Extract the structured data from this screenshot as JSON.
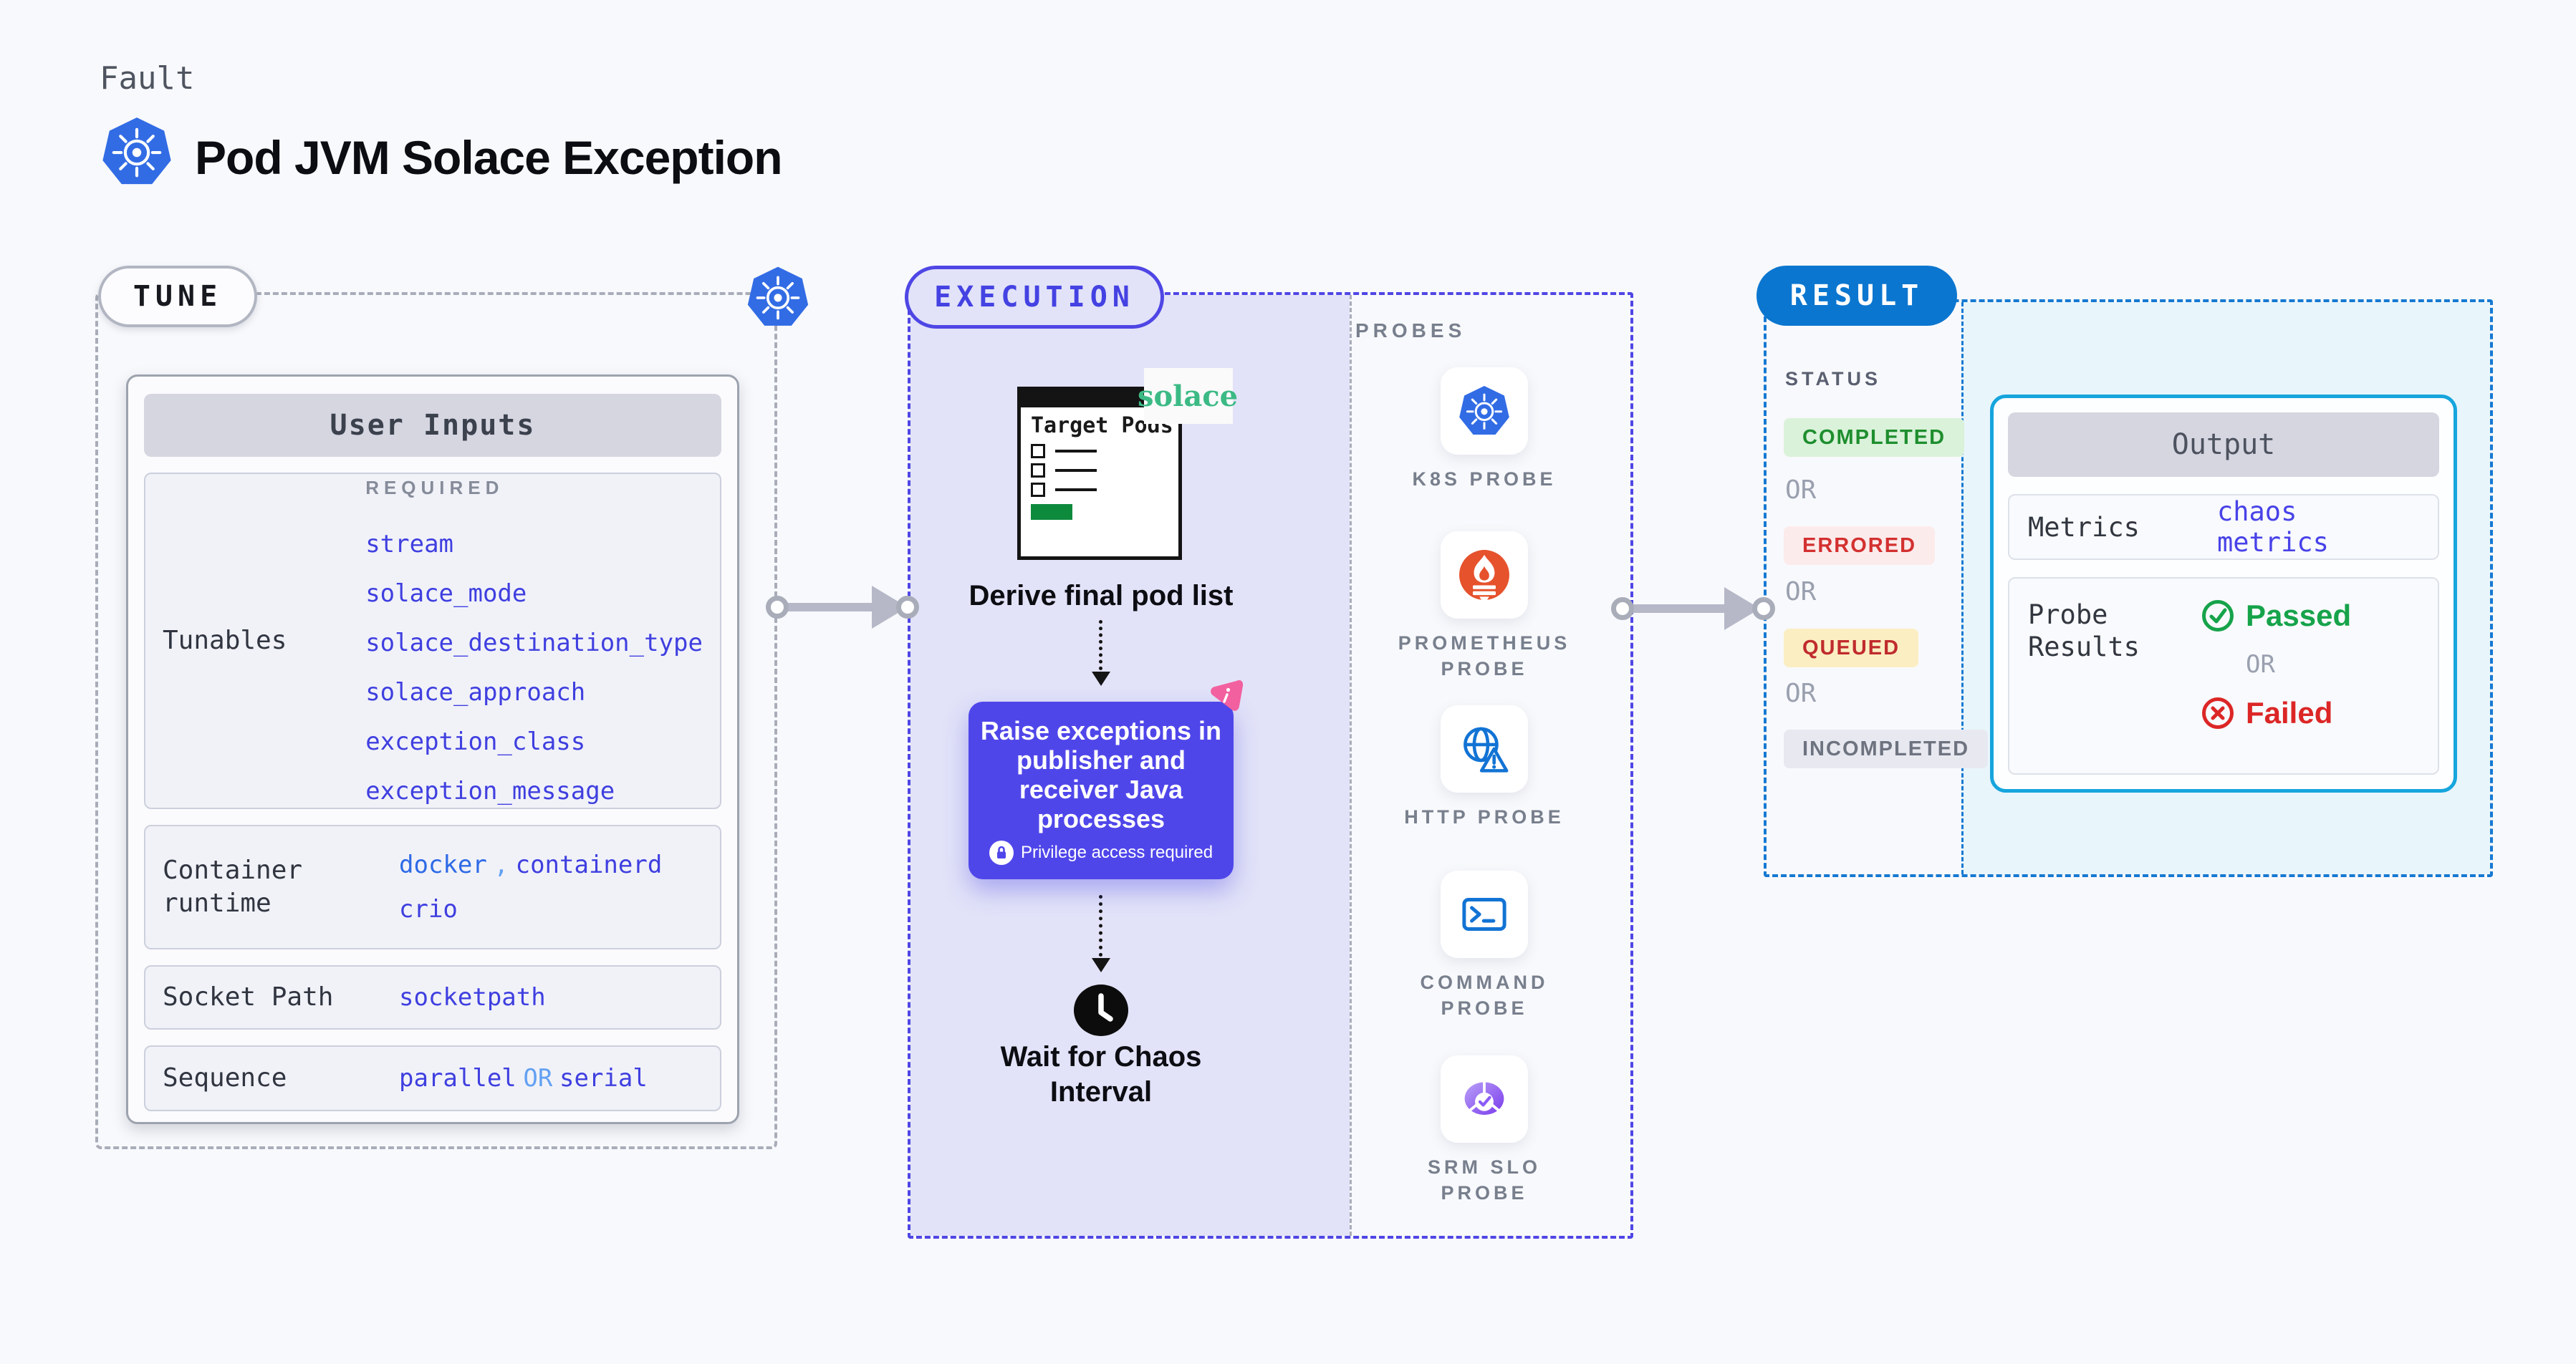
{
  "page": {
    "kicker": "Fault",
    "title": "Pod JVM Solace Exception"
  },
  "tune": {
    "label": "TUNE",
    "user_inputs": {
      "header": "User Inputs",
      "tunables": {
        "label": "Tunables",
        "required_label": "REQUIRED",
        "items": [
          "stream",
          "solace_mode",
          "solace_destination_type",
          "solace_approach",
          "exception_class",
          "exception_message"
        ]
      },
      "container_runtime": {
        "label": "Container runtime",
        "value_a": "docker",
        "separator": ",",
        "value_b": "containerd",
        "value_c": "crio"
      },
      "socket_path": {
        "label": "Socket Path",
        "value": "socketpath"
      },
      "sequence": {
        "label": "Sequence",
        "value_a": "parallel",
        "or": "OR",
        "value_b": "serial"
      }
    }
  },
  "execution": {
    "label": "EXECUTION",
    "target_pods": {
      "title": "Target Pods",
      "brand": "solace"
    },
    "derive_label": "Derive final pod list",
    "action": {
      "text": "Raise exceptions in publisher and receiver Java processes",
      "privilege": "Privilege access required"
    },
    "wait_label": "Wait for Chaos Interval"
  },
  "probes": {
    "label": "PROBES",
    "items": [
      {
        "line1": "K8S PROBE",
        "line2": "",
        "icon": "kubernetes-icon"
      },
      {
        "line1": "PROMETHEUS",
        "line2": "PROBE",
        "icon": "prometheus-icon"
      },
      {
        "line1": "HTTP PROBE",
        "line2": "",
        "icon": "http-globe-icon"
      },
      {
        "line1": "COMMAND",
        "line2": "PROBE",
        "icon": "terminal-icon"
      },
      {
        "line1": "SRM SLO",
        "line2": "PROBE",
        "icon": "slo-chart-icon"
      }
    ]
  },
  "result": {
    "label": "RESULT",
    "status": {
      "label": "STATUS",
      "or": "OR",
      "badges": [
        {
          "text": "COMPLETED",
          "bg": "#daf2da",
          "fg": "#1e8e2e"
        },
        {
          "text": "ERRORED",
          "bg": "#fcebeb",
          "fg": "#d33030"
        },
        {
          "text": "QUEUED",
          "bg": "#fbeec3",
          "fg": "#c02b2b"
        },
        {
          "text": "INCOMPLETED",
          "bg": "#e8e9f0",
          "fg": "#6e7380"
        }
      ]
    },
    "output": {
      "header": "Output",
      "metrics": {
        "label": "Metrics",
        "value": "chaos metrics"
      },
      "probe_results": {
        "label": "Probe Results",
        "passed": "Passed",
        "or": "OR",
        "failed": "Failed"
      }
    }
  },
  "colors": {
    "background": "#f8f9fc",
    "kubernetes_blue": "#326ce5",
    "execution_indigo": "#4f46e5",
    "execution_fill": "#e2e3f8",
    "action_purple": "#4f46ea",
    "chaos_pink": "#f2609f",
    "solace_green": "#3cba85",
    "prometheus_orange": "#e6522c",
    "probe_blue": "#1273d4",
    "srm_purple": "#7a3bec",
    "result_blue": "#0b76cf",
    "result_panel": "#e8f5fb",
    "output_border": "#16a5dd",
    "value_indigo": "#3f3fe0",
    "value_blue": "#2e6ae6",
    "value_light_blue": "#63a1f2",
    "passed_green": "#16a34a",
    "failed_red": "#dc2626"
  }
}
